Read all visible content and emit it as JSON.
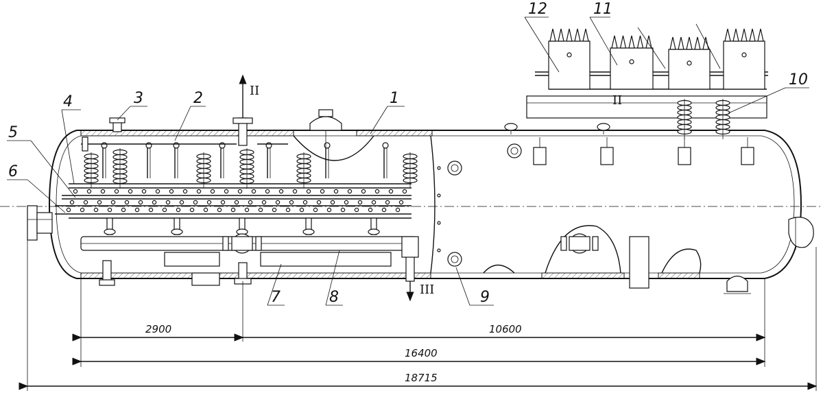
{
  "callouts": {
    "c1": "1",
    "c2": "2",
    "c3": "3",
    "c4": "4",
    "c5": "5",
    "c6": "6",
    "c7": "7",
    "c8": "8",
    "c9": "9",
    "c10": "10",
    "c11": "11",
    "c12": "12"
  },
  "flows": {
    "outlet": "II",
    "drain": "III"
  },
  "dimensions": {
    "d1": "2900",
    "d2": "10600",
    "d3": "16400",
    "d4": "18715"
  }
}
